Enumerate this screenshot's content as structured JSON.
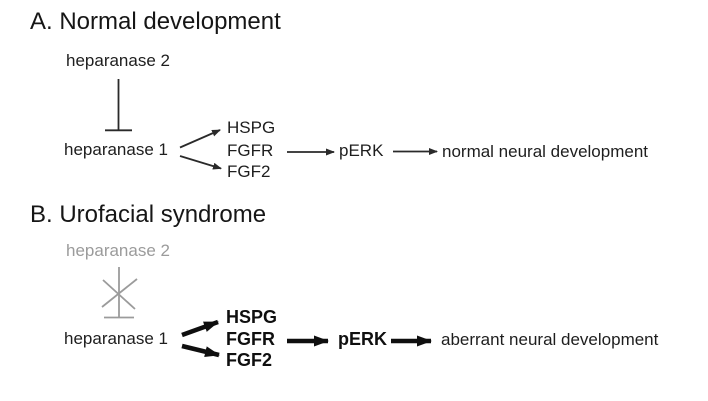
{
  "figure": {
    "background_color": "#ffffff",
    "text_color": "#1e1e1e",
    "inactive_color": "#9b9b9b",
    "bold_color": "#0f0f0f"
  },
  "panel_a": {
    "title": "A. Normal development",
    "upstream": "heparanase 2",
    "enzyme": "heparanase 1",
    "targets": [
      "HSPG",
      "FGFR",
      "FGF2"
    ],
    "effector": "pERK",
    "outcome": "normal neural development"
  },
  "panel_b": {
    "title": "B. Urofacial syndrome",
    "upstream": "heparanase 2",
    "enzyme": "heparanase 1",
    "targets": [
      "HSPG",
      "FGFR",
      "FGF2"
    ],
    "effector": "pERK",
    "outcome": "aberrant neural development"
  }
}
